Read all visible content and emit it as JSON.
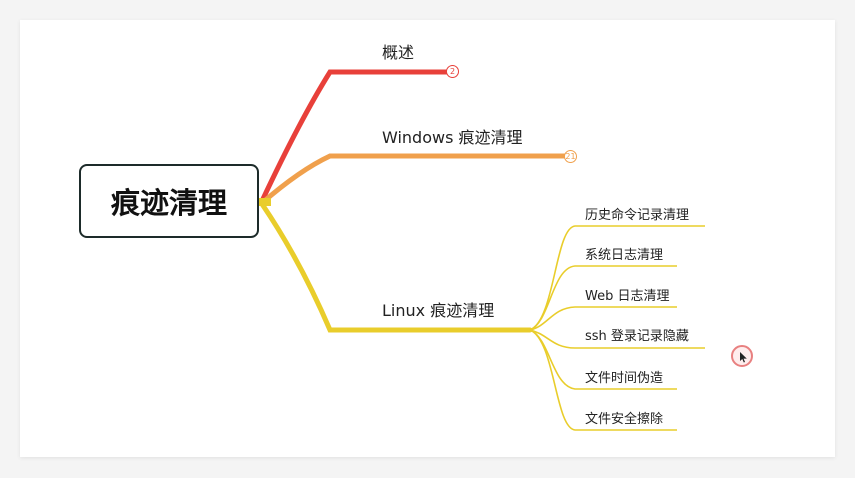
{
  "root": {
    "label": "痕迹清理"
  },
  "topics": [
    {
      "label": "概述",
      "badge": "2",
      "color": "#e8403a"
    },
    {
      "label": "Windows 痕迹清理",
      "badge": "21",
      "color": "#f0a04c"
    },
    {
      "label": "Linux 痕迹清理",
      "color": "#e9cd2b"
    }
  ],
  "subtopics": [
    {
      "label": "历史命令记录清理"
    },
    {
      "label": "系统日志清理"
    },
    {
      "label": "Web 日志清理"
    },
    {
      "label": "ssh 登录记录隐藏"
    },
    {
      "label": "文件时间伪造"
    },
    {
      "label": "文件安全擦除"
    }
  ]
}
